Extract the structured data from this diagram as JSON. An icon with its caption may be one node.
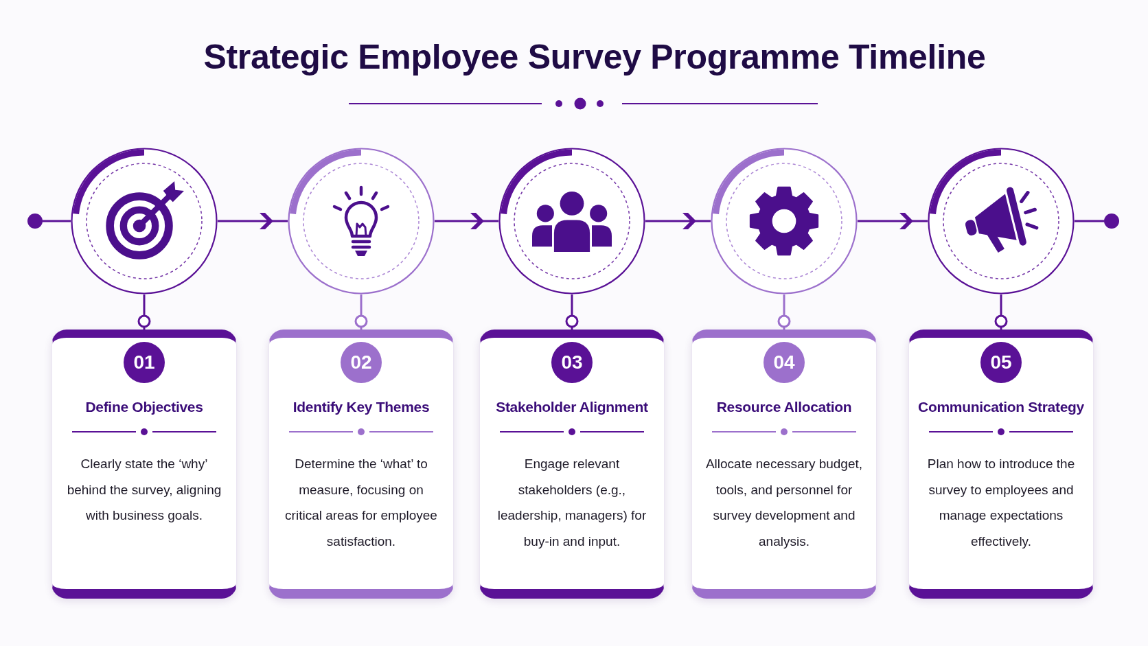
{
  "diagram": {
    "title": "Strategic Employee Survey Programme Timeline",
    "nodes": [
      {
        "text": [],
        "shape": "circle"
      },
      {
        "text": [],
        "shape": "circle"
      },
      {
        "text": [],
        "shape": "circle"
      },
      {
        "text": [],
        "shape": "circle"
      },
      {
        "text": [],
        "shape": "circle"
      },
      {
        "text": [],
        "shape": "circle"
      },
      {
        "text": [],
        "shape": "circle"
      },
      {
        "text": [
          "01",
          "Define Objectives",
          "Clearly state the ‘why’ behind the survey, aligning with business goals."
        ]
      },
      {
        "text": [
          "02",
          "Identify Key Themes",
          "Determine the ‘what’ to measure, focusing on critical areas for employee satisfaction."
        ]
      },
      {
        "text": [
          "03",
          "Stakeholder Alignment",
          "Engage relevant stakeholders (e.g., leadership, managers) for buy-in and input."
        ]
      },
      {
        "text": [
          "04",
          "Resource Allocation",
          "Allocate necessary budget, tools, and personnel for survey development and analysis."
        ]
      },
      {
        "text": [
          "05",
          "Communication Strategy",
          "Plan how to introduce the survey to employees and manage expectations effectively."
        ]
      }
    ],
    "edges": [
      {
        "from": 0,
        "to": 1,
        "arrow": "none"
      },
      {
        "from": 1,
        "to": 2,
        "arrow": "to"
      },
      {
        "from": 2,
        "to": 3,
        "arrow": "to"
      },
      {
        "from": 3,
        "to": 4,
        "arrow": "to"
      },
      {
        "from": 4,
        "to": 5,
        "arrow": "to"
      },
      {
        "from": 5,
        "to": 6,
        "arrow": "none"
      },
      {
        "from": 1,
        "to": 7,
        "arrow": "other"
      },
      {
        "from": 2,
        "to": 8,
        "arrow": "other",
        "color": "#9c70cc"
      },
      {
        "from": 3,
        "to": 9,
        "arrow": "other"
      },
      {
        "from": 4,
        "to": 10,
        "arrow": "other",
        "color": "#9c70cc"
      },
      {
        "from": 5,
        "to": 11,
        "arrow": "other"
      }
    ]
  }
}
